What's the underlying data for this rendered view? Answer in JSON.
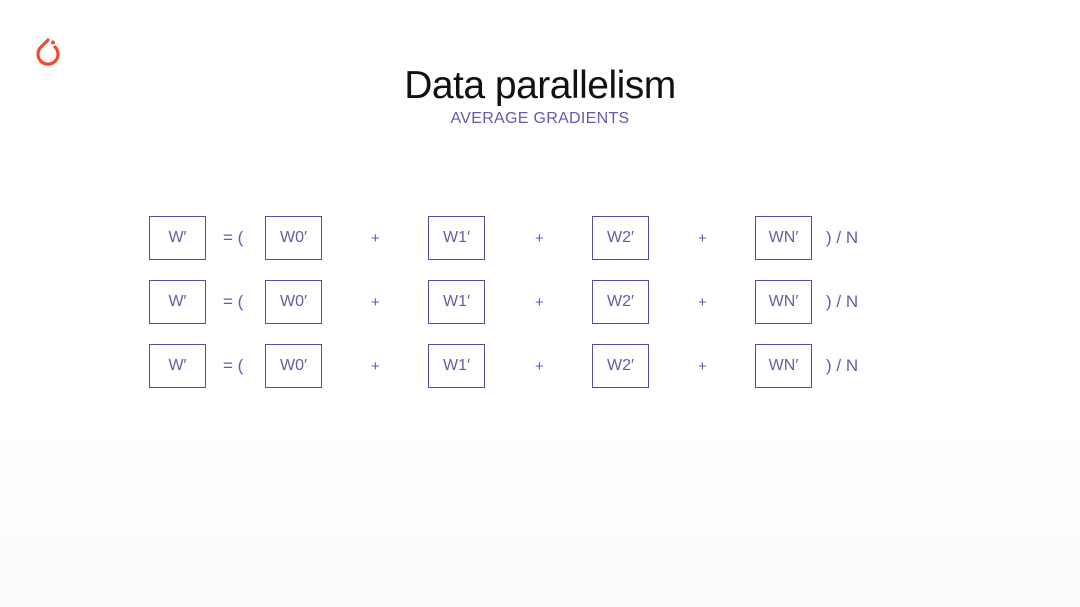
{
  "slide": {
    "title": "Data parallelism",
    "subtitle": "AVERAGE GRADIENTS",
    "logo_icon": "pytorch-flame-icon",
    "accent_color": "#ee4c2c",
    "text_color": "#111111",
    "subtitle_color": "#6a56b0",
    "box_border_color": "#5b4a9e"
  },
  "equations": [
    {
      "result": "W′",
      "equals_open": "= (",
      "terms": [
        "W0′",
        "W1′",
        "W2′",
        "WN′"
      ],
      "plus": "+",
      "close_div": ") / N"
    },
    {
      "result": "W′",
      "equals_open": "= (",
      "terms": [
        "W0′",
        "W1′",
        "W2′",
        "WN′"
      ],
      "plus": "+",
      "close_div": ") / N"
    },
    {
      "result": "W′",
      "equals_open": "= (",
      "terms": [
        "W0′",
        "W1′",
        "W2′",
        "WN′"
      ],
      "plus": "+",
      "close_div": ") / N"
    }
  ]
}
